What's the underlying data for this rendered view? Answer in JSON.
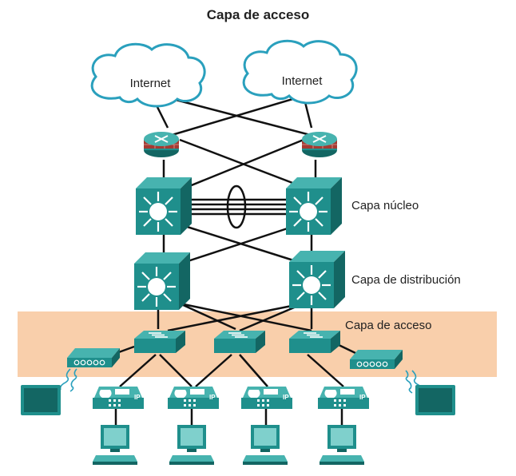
{
  "title": "Capa de acceso",
  "clouds": [
    {
      "label": "Internet"
    },
    {
      "label": "Internet"
    }
  ],
  "layers": {
    "core": "Capa núcleo",
    "distribution": "Capa de distribución",
    "access": "Capa de acceso"
  },
  "phone_badge": "IP",
  "colors": {
    "access_band": "#f9cfab",
    "device_teal": "#1f8f8c",
    "device_light": "#47b3af",
    "device_dark": "#136663",
    "firewall_red": "#a53a32",
    "cloud_outline": "#2aa0bd",
    "link": "#111111"
  }
}
